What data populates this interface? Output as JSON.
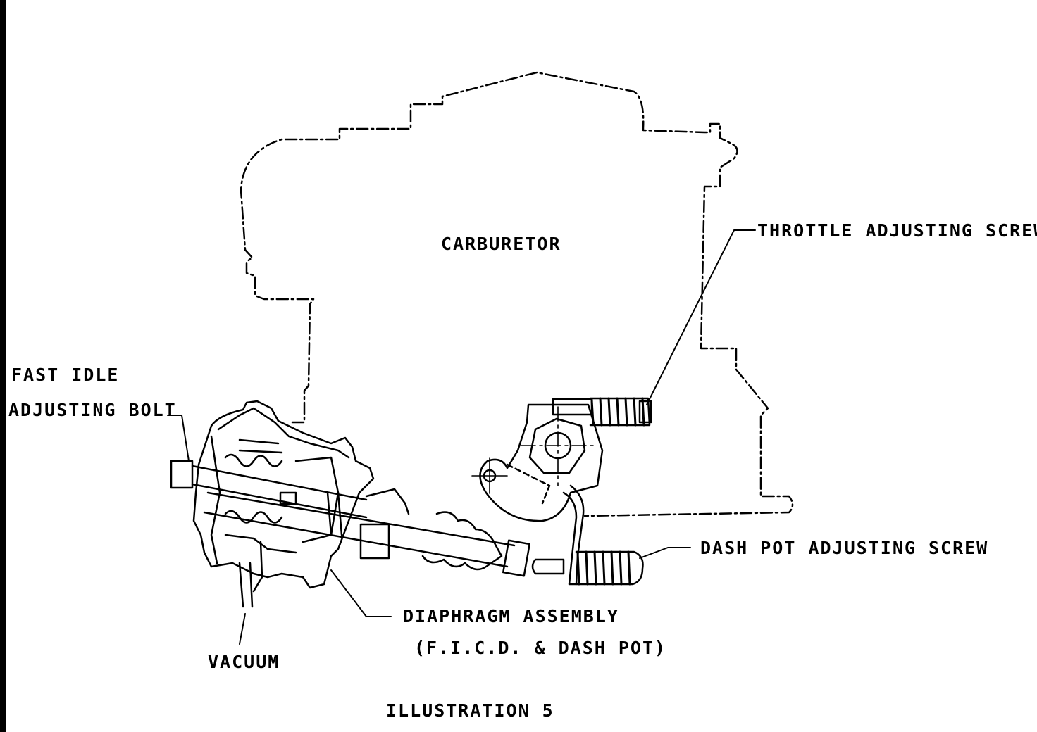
{
  "labels": {
    "carburetor": "CARBURETOR",
    "throttle_screw": "THROTTLE ADJUSTING SCREW",
    "fast_idle_1": "FAST IDLE",
    "fast_idle_2": "ADJUSTING BOLT",
    "dash_pot_screw": "DASH POT ADJUSTING SCREW",
    "diaphragm_1": "DIAPHRAGM ASSEMBLY",
    "diaphragm_2": "(F.I.C.D. & DASH POT)",
    "vacuum": "VACUUM",
    "caption": "ILLUSTRATION 5"
  },
  "colors": {
    "ink": "#000000",
    "paper": "#ffffff"
  }
}
